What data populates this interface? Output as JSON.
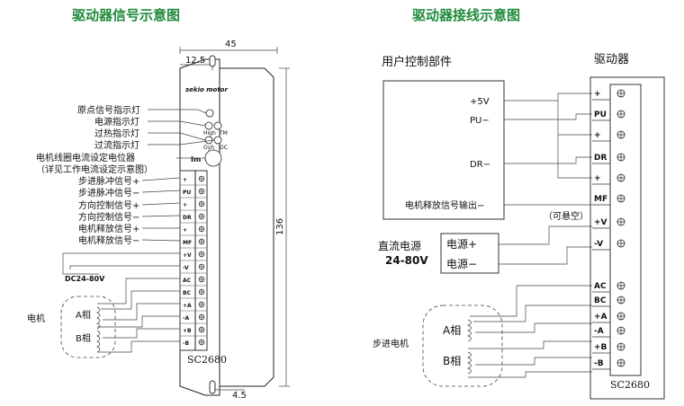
{
  "left": {
    "title": "驱动器信号示意图",
    "dim_width": "45",
    "dim_offset": "12.5",
    "dim_height": "136",
    "dim_bottom": "4.5",
    "logo": "sekio motor",
    "led_labels": [
      "High",
      "TM",
      "Oyh",
      "OC"
    ],
    "knob_label": "Im",
    "labels": {
      "origin_led": "原点信号指示灯",
      "power_led": "电源指示灯",
      "overheat_led": "过热指示灯",
      "overcurrent_led": "过流指示灯",
      "pot_line1": "电机线圈电流设定电位器",
      "pot_line2": "（详见工作电流设定示意图）",
      "pu_plus": "步进脉冲信号+",
      "pu_minus": "步进脉冲信号−",
      "dr_plus": "方向控制信号+",
      "dr_minus": "方向控制信号−",
      "mf_plus": "电机释放信号+",
      "mf_minus": "电机释放信号−",
      "dc": "DC24-80V",
      "motor": "电机",
      "phase_a": "A相",
      "phase_b": "B相"
    },
    "pins": [
      "+",
      "PU",
      "+",
      "DR",
      "+",
      "MF",
      "+V",
      "-V",
      "AC",
      "BC",
      "+A",
      "-A",
      "+B",
      "-B"
    ],
    "model": "SC2680"
  },
  "right": {
    "title": "驱动器接线示意图",
    "user_part": "用户控制部件",
    "driver": "驱动器",
    "ctrl_labels": {
      "v5": "+5V",
      "pu": "PU−",
      "dr": "DR−",
      "mf": "电机释放信号输出−"
    },
    "floating": "（可悬空）",
    "dc_source_line1": "直流电源",
    "dc_source_line2": "24-80V",
    "power_plus": "电源+",
    "power_minus": "电源−",
    "stepper": "步进电机",
    "phase_a": "A相",
    "phase_b": "B相",
    "pins": [
      "+",
      "PU",
      "+",
      "DR",
      "+",
      "MF",
      "+V",
      "-V",
      "AC",
      "BC",
      "+A",
      "-A",
      "+B",
      "-B"
    ],
    "model": "SC2680"
  }
}
